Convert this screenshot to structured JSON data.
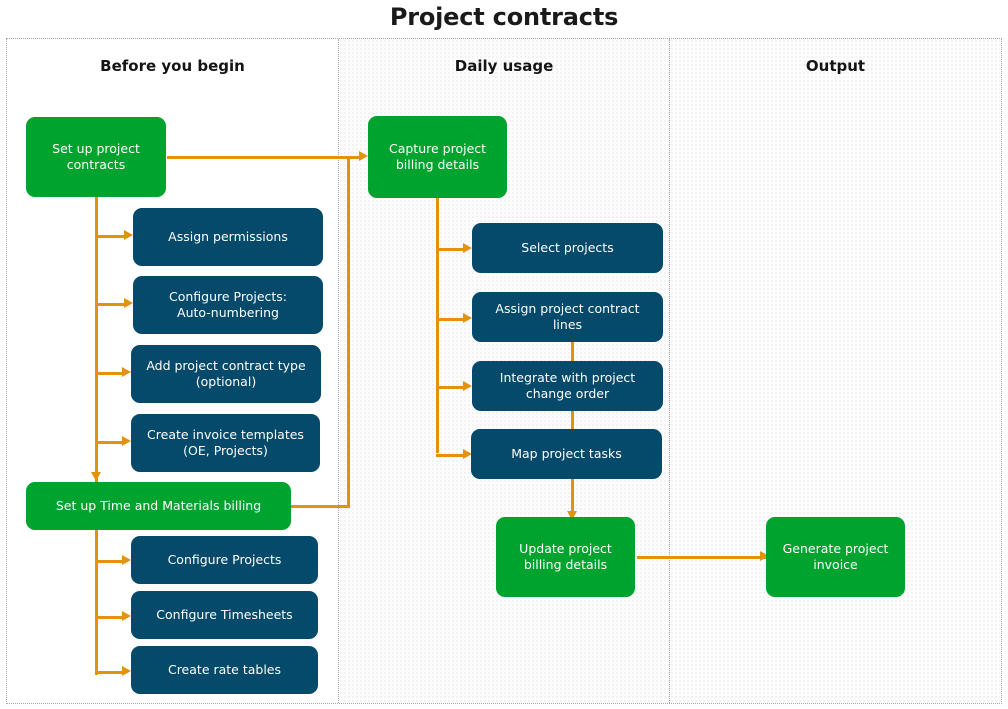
{
  "title": "Project contracts",
  "colors": {
    "green": "#00A32E",
    "blue": "#05496B",
    "connector_orange": "#E3920E",
    "frame_border": "#A9A9A9",
    "title_text": "#1A1A1A"
  },
  "columns": [
    {
      "id": "before-you-begin",
      "header": "Before you begin",
      "shaded": false
    },
    {
      "id": "daily-usage",
      "header": "Daily usage",
      "shaded": true
    },
    {
      "id": "output",
      "header": "Output",
      "shaded": true
    }
  ],
  "nodes": {
    "setup_project_contracts": {
      "label": "Set up project\ncontracts",
      "type": "green",
      "column": "before-you-begin"
    },
    "assign_permissions": {
      "label": "Assign permissions",
      "type": "blue",
      "column": "before-you-begin"
    },
    "configure_projects_auto": {
      "label": "Configure Projects:\nAuto-numbering",
      "type": "blue",
      "column": "before-you-begin"
    },
    "add_project_contract_type": {
      "label": "Add project contract type\n(optional)",
      "type": "blue",
      "column": "before-you-begin"
    },
    "create_invoice_templates": {
      "label": "Create invoice templates\n(OE, Projects)",
      "type": "blue",
      "column": "before-you-begin"
    },
    "setup_time_materials": {
      "label": "Set up Time and Materials billing",
      "type": "green",
      "column": "before-you-begin"
    },
    "configure_projects": {
      "label": "Configure Projects",
      "type": "blue",
      "column": "before-you-begin"
    },
    "configure_timesheets": {
      "label": "Configure Timesheets",
      "type": "blue",
      "column": "before-you-begin"
    },
    "create_rate_tables": {
      "label": "Create rate tables",
      "type": "blue",
      "column": "before-you-begin"
    },
    "capture_billing_details": {
      "label": "Capture project\nbilling details",
      "type": "green",
      "column": "daily-usage"
    },
    "select_projects": {
      "label": "Select projects",
      "type": "blue",
      "column": "daily-usage"
    },
    "assign_contract_lines": {
      "label": "Assign project contract\nlines",
      "type": "blue",
      "column": "daily-usage"
    },
    "integrate_change_order": {
      "label": "Integrate with project\nchange order",
      "type": "blue",
      "column": "daily-usage"
    },
    "map_project_tasks": {
      "label": "Map project tasks",
      "type": "blue",
      "column": "daily-usage"
    },
    "update_billing_details": {
      "label": "Update project\nbilling details",
      "type": "green",
      "column": "daily-usage"
    },
    "generate_project_invoice": {
      "label": "Generate project\ninvoice",
      "type": "green",
      "column": "output"
    }
  },
  "flow_edges": [
    {
      "from": "setup_project_contracts",
      "to": "capture_billing_details"
    },
    {
      "from": "setup_project_contracts",
      "to": "assign_permissions"
    },
    {
      "from": "setup_project_contracts",
      "to": "configure_projects_auto"
    },
    {
      "from": "setup_project_contracts",
      "to": "add_project_contract_type"
    },
    {
      "from": "setup_project_contracts",
      "to": "create_invoice_templates"
    },
    {
      "from": "setup_project_contracts",
      "to": "setup_time_materials"
    },
    {
      "from": "setup_time_materials",
      "to": "configure_projects"
    },
    {
      "from": "setup_time_materials",
      "to": "configure_timesheets"
    },
    {
      "from": "setup_time_materials",
      "to": "create_rate_tables"
    },
    {
      "from": "setup_time_materials",
      "to": "capture_billing_details"
    },
    {
      "from": "capture_billing_details",
      "to": "select_projects"
    },
    {
      "from": "capture_billing_details",
      "to": "assign_contract_lines"
    },
    {
      "from": "capture_billing_details",
      "to": "integrate_change_order"
    },
    {
      "from": "capture_billing_details",
      "to": "map_project_tasks"
    },
    {
      "from": "assign_contract_lines",
      "to": "integrate_change_order"
    },
    {
      "from": "integrate_change_order",
      "to": "map_project_tasks"
    },
    {
      "from": "map_project_tasks",
      "to": "update_billing_details"
    },
    {
      "from": "update_billing_details",
      "to": "generate_project_invoice"
    }
  ]
}
